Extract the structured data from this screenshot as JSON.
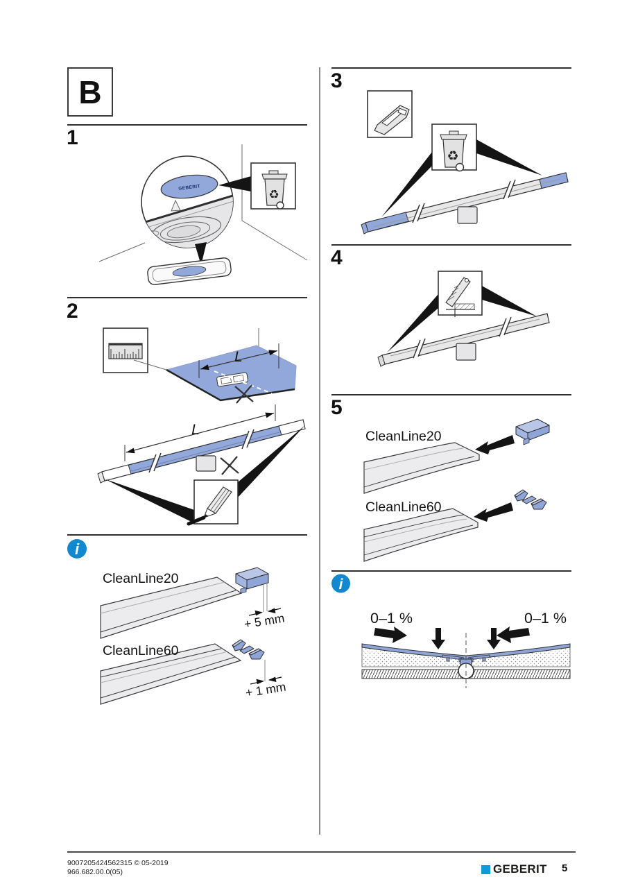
{
  "module": {
    "label": "B"
  },
  "steps": [
    {
      "number": "1"
    },
    {
      "number": "2"
    },
    {
      "number": "3"
    },
    {
      "number": "4"
    },
    {
      "number": "5"
    }
  ],
  "labels": {
    "length": "L",
    "sticker": "GEBERIT",
    "cleanline20": "CleanLine20",
    "cleanline60": "CleanLine60",
    "plus5mm": "+ 5 mm",
    "plus1mm": "+ 1 mm",
    "slope": "0–1 %"
  },
  "icons": {
    "recycle_glyph": "♻",
    "info_glyph": "i"
  },
  "footer": {
    "doc_id": "9007205424562315 © 05-2019",
    "ref_number": "966.682.00.0(05)",
    "brand": "GEBERIT",
    "page_number": "5"
  },
  "colors": {
    "accent_blue": "#1288cf",
    "brand_blue": "#0e9bd8",
    "highlight_blue": "#93a8da",
    "highlight_blue_light": "#b9c6e8",
    "highlight_blue_dark": "#8fa5d8",
    "line": "#2e2e2e"
  }
}
